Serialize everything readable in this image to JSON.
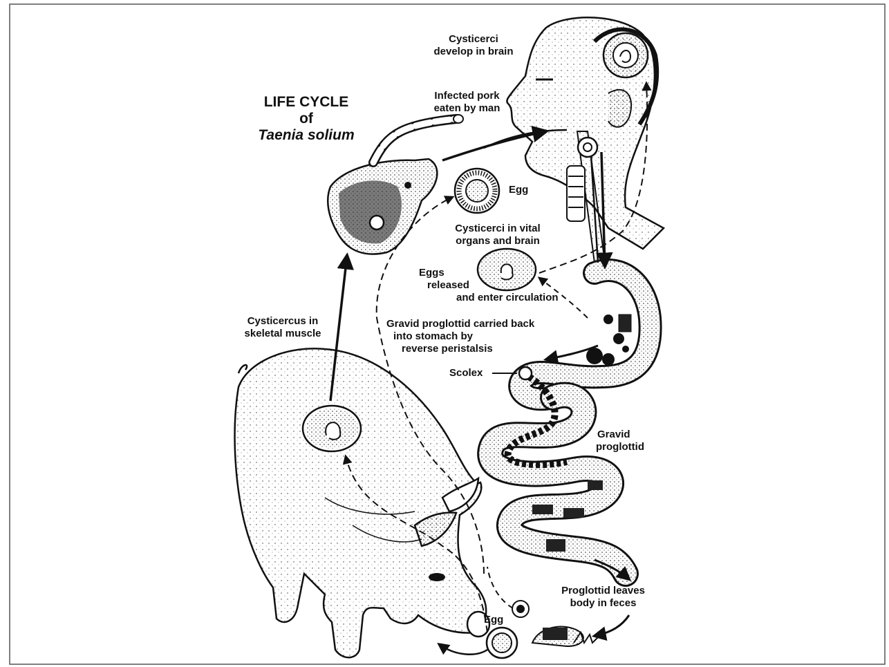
{
  "title": {
    "line1": "LIFE CYCLE",
    "line2": "of",
    "line3": "Taenia solium"
  },
  "labels": {
    "cysticerci_brain": [
      "Cysticerci",
      "develop in brain"
    ],
    "infected_pork": [
      "Infected pork",
      "eaten by man"
    ],
    "egg_upper": "Egg",
    "cysticerci_vital": [
      "Cysticerci in vital",
      "organs and brain"
    ],
    "eggs_released": [
      "Eggs",
      "released",
      "and enter circulation"
    ],
    "gravid_carried": [
      "Gravid proglottid carried back",
      "into stomach by",
      "reverse peristalsis"
    ],
    "cysticercus_muscle": [
      "Cysticercus in",
      "skeletal muscle"
    ],
    "scolex": "Scolex",
    "gravid_proglottid": [
      "Gravid",
      "proglottid"
    ],
    "proglottid_leaves": [
      "Proglottid leaves",
      "body in feces"
    ],
    "egg_lower": "Egg"
  },
  "colors": {
    "ink": "#111111",
    "paper": "#ffffff",
    "border": "#555555"
  }
}
